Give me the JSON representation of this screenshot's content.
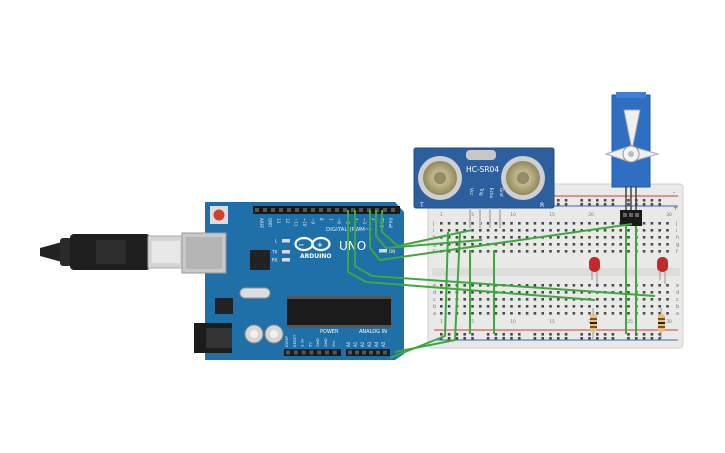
{
  "arduino": {
    "brand": "ARDUINO",
    "model": "UNO",
    "digital_header_label": "DIGITAL (PWM~)",
    "analog_header_label": "ANALOG IN",
    "power_header_label": "POWER",
    "digital_pins": [
      "AREF",
      "GND",
      "13",
      "12",
      "~11",
      "~10",
      "~9",
      "8",
      "7",
      "~6",
      "~5",
      "4",
      "~3",
      "2",
      "TX▸1",
      "RX◂0"
    ],
    "analog_pins": [
      "A0",
      "A1",
      "A2",
      "A3",
      "A4",
      "A5"
    ],
    "power_pins": [
      "IOREF",
      "RESET",
      "3.3V",
      "5V",
      "GND",
      "GND",
      "Vin"
    ],
    "led_labels": [
      "L",
      "TX",
      "RX"
    ],
    "on_label": "ON"
  },
  "sensor": {
    "label": "HC-SR04",
    "pins": [
      "Vcc",
      "Trig",
      "Echo",
      "Gnd"
    ]
  },
  "breadboard": {
    "row_letters": [
      "j",
      "i",
      "h",
      "g",
      "f",
      "e",
      "d",
      "c",
      "b",
      "a"
    ],
    "column_numbers": [
      "1",
      "5",
      "10",
      "15",
      "20",
      "25",
      "30"
    ],
    "rail_minus": "-",
    "rail_plus": "+"
  },
  "colors": {
    "board": "#1f6fa8",
    "breadboard": "#e9e9e7",
    "wire": "#3ea83e",
    "servo": "#2e6fc4",
    "sensor_board": "#2c5f9e",
    "led": "#c42a2a",
    "rail_red": "#d03a3a",
    "rail_blue": "#3a62c8"
  }
}
